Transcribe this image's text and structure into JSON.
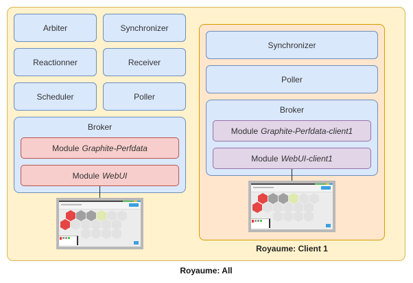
{
  "realms": {
    "all": {
      "label": "Royaume: All",
      "daemons": [
        "Arbiter",
        "Synchronizer",
        "Reactionner",
        "Receiver",
        "Scheduler",
        "Poller"
      ],
      "broker": {
        "title": "Broker",
        "modules": [
          {
            "prefix": "Module",
            "name": "Graphite-Perfdata"
          },
          {
            "prefix": "Module",
            "name": "WebUI"
          }
        ]
      },
      "webui_thumbnail": "webui-screenshot"
    },
    "client1": {
      "label": "Royaume: Client 1",
      "daemons": [
        "Synchronizer",
        "Poller"
      ],
      "broker": {
        "title": "Broker",
        "modules": [
          {
            "prefix": "Module",
            "name": "Graphite-Perfdata-client1"
          },
          {
            "prefix": "Module",
            "name": "WebUI-client1"
          }
        ]
      },
      "webui_thumbnail": "webui-screenshot"
    }
  },
  "colors": {
    "realm_all_fill": "#fff2cc",
    "realm_all_stroke": "#d6b656",
    "realm_client_fill": "#ffe6cc",
    "realm_client_stroke": "#d79b00",
    "daemon_fill": "#dae8fc",
    "daemon_stroke": "#6c8ebf",
    "module_all_fill": "#f8cecc",
    "module_all_stroke": "#b85450",
    "module_client_fill": "#e1d5e7",
    "module_client_stroke": "#9673a6"
  }
}
